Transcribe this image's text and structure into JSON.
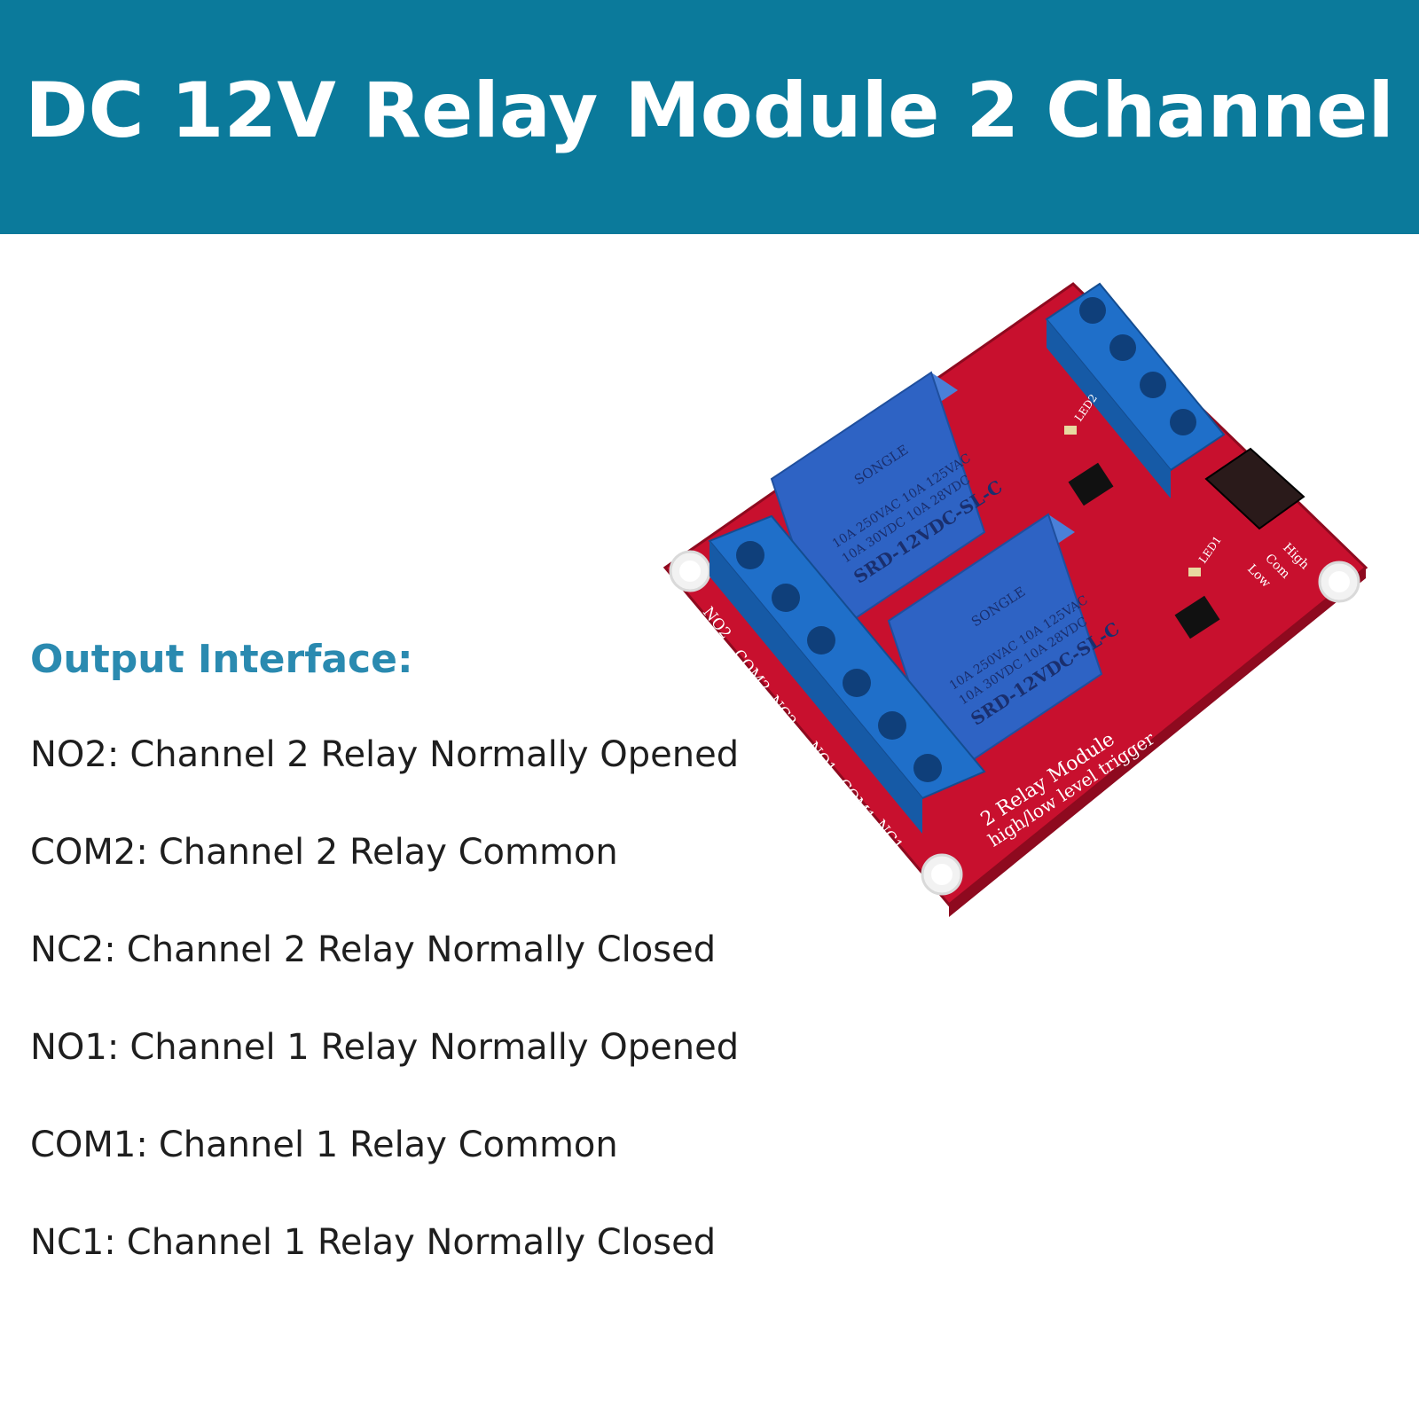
{
  "header": {
    "title": "DC 12V Relay Module 2 Channel"
  },
  "output_interface": {
    "title": "Output Interface:",
    "pins": [
      {
        "code": "NO2:",
        "description": "Channel 2 Relay Normally Opened"
      },
      {
        "code": "COM2:",
        "description": "Channel 2 Relay Common"
      },
      {
        "code": "NC2:",
        "description": "Channel 2 Relay Normally Closed"
      },
      {
        "code": "NO1:",
        "description": "Channel 1 Relay Normally Opened"
      },
      {
        "code": "COM1:",
        "description": "Channel 1 Relay Common"
      },
      {
        "code": "NC1:",
        "description": "Channel 1 Relay Normally Closed"
      }
    ]
  },
  "board": {
    "terminal_labels": [
      "NO2",
      "COM2",
      "NC2",
      "NO1",
      "COM1",
      "NC1"
    ],
    "relay": {
      "brand": "SONGLE",
      "rating_line1": "10A 250VAC  10A 125VAC",
      "rating_line2": "10A  30VDC  10A  28VDC",
      "model": "SRD-12VDC-SL-C"
    },
    "silkscreen_line1": "2 Relay   Module",
    "silkscreen_line2": "high/low level trigger",
    "jumper_labels": [
      "High",
      "Com",
      "Low"
    ],
    "led_labels": [
      "LED1",
      "LED2"
    ],
    "colors": {
      "pcb": "#c8102e",
      "terminal": "#1f6fc9",
      "relay": "#2e63c4",
      "banner": "#0b7a9b"
    }
  }
}
